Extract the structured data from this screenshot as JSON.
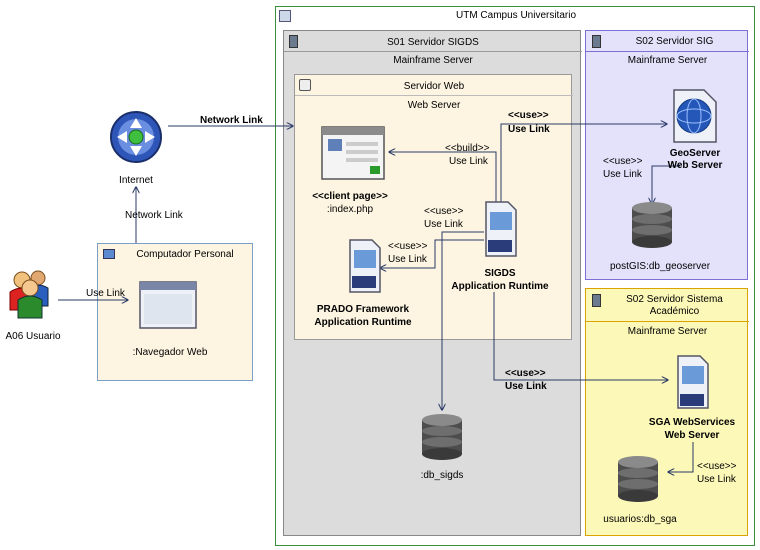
{
  "campus": {
    "title": "UTM Campus Universitario"
  },
  "s01": {
    "title": "S01 Servidor SIGDS",
    "stereotype": "Mainframe Server"
  },
  "web": {
    "title": "Servidor Web",
    "stereotype": "Web Server"
  },
  "s02sig": {
    "title": "S02 Servidor SIG",
    "stereotype": "Mainframe Server"
  },
  "s02acad": {
    "title_line1": "S02 Servidor Sistema",
    "title_line2": "Académico",
    "stereotype": "Mainframe Server"
  },
  "pc": {
    "title": "Computador Personal"
  },
  "actor": {
    "label": "A06 Usuario"
  },
  "internet": {
    "label": "Internet"
  },
  "components": {
    "navegador": ":Navegador Web",
    "client_page_line1": "<<client page>>",
    "client_page_line2": ":index.php",
    "prado_line1": "PRADO Framework",
    "prado_line2": "Application Runtime",
    "sigds_line1": "SIGDS",
    "sigds_line2": "Application Runtime",
    "db_sigds": ":db_sigds",
    "geoserver_line1": "GeoServer",
    "geoserver_line2": "Web Server",
    "db_geoserver": "postGIS:db_geoserver",
    "sga_ws_line1": "SGA WebServices",
    "sga_ws_line2": "Web Server",
    "db_sga": "usuarios:db_sga"
  },
  "links": {
    "network_link_1": "Network Link",
    "network_link_2": "Network Link",
    "use_link_actor": "Use Link",
    "use_geo_stereo": "<<use>>",
    "use_geo_label": "Use Link",
    "build_stereo": "<<build>>",
    "build_label": "Use Link",
    "use_sigds_stereo": "<<use>>",
    "use_sigds_label": "Use Link",
    "use_prado_stereo": "<<use>>",
    "use_prado_label": "Use Link",
    "use_geodb_stereo": "<<use>>",
    "use_geodb_label": "Use Link",
    "use_sga_stereo": "<<use>>",
    "use_sga_label": "Use Link",
    "use_sgadb_stereo": "<<use>>",
    "use_sgadb_label": "Use Link"
  },
  "colors": {
    "campus_bg": "#ffffff",
    "s01_bg": "#dcdcdc",
    "web_bg": "#fdf5e2",
    "sig_bg": "#e4e2fb",
    "acad_bg": "#fcf8b8",
    "pc_bg": "#fdf5e2"
  }
}
